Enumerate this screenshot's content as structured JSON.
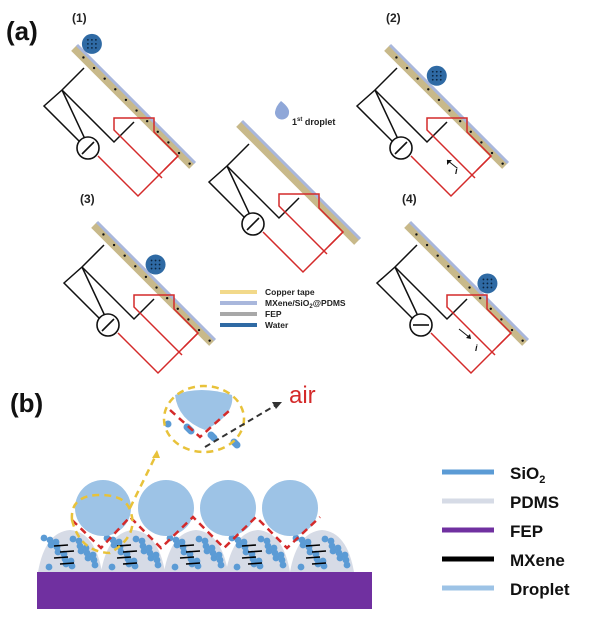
{
  "figure": {
    "panel_a": {
      "label": "(a)",
      "steps": [
        {
          "label": "(1)",
          "current_arrow": false
        },
        {
          "label": "(2)",
          "current_arrow": true,
          "current_label": "i"
        },
        {
          "label": "(3)",
          "current_arrow": false
        },
        {
          "label": "(4)",
          "current_arrow": true,
          "current_label": "i"
        }
      ],
      "center": {
        "droplet_label": "1",
        "droplet_sup": "st",
        "droplet_suffix": " droplet"
      },
      "legend": [
        {
          "label": "Copper tape",
          "color": "#f2d98a"
        },
        {
          "label": "MXene/SiO",
          "sub": "2",
          "suffix": "@PDMS",
          "color": "#a9b7dc"
        },
        {
          "label": "FEP",
          "color": "#a8a8a8"
        },
        {
          "label": "Water",
          "color": "#2f6aa4"
        }
      ]
    },
    "panel_b": {
      "label": "(b)",
      "annotation": "air",
      "legend": [
        {
          "label": "SiO",
          "sub": "2",
          "color": "#5b9bd5"
        },
        {
          "label": "PDMS",
          "color": "#d6dbe6"
        },
        {
          "label": "FEP",
          "color": "#7030a0"
        },
        {
          "label": "MXene",
          "color": "#000000"
        },
        {
          "label": "Droplet",
          "color": "#9dc3e6"
        }
      ]
    },
    "colors": {
      "circuit_black": "#111111",
      "circuit_red": "#d42a2a",
      "substrate_tan": "#c8b98a",
      "coating_blue": "#a9b7dc",
      "water": "#2f6aa4",
      "dashed_yellow": "#e8c23a",
      "dashed_red": "#d42a2a"
    }
  }
}
